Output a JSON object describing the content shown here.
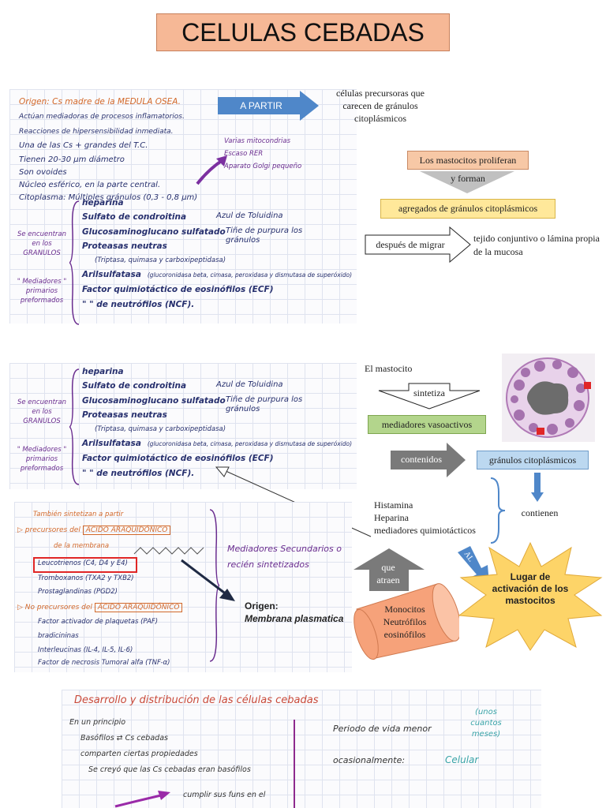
{
  "title": "CELULAS CEBADAS",
  "section1": {
    "left_notes": [
      "Origen: Cs madre de la MEDULA OSEA.",
      "Actúan mediadoras de procesos inflamatorios.",
      "Reacciones de hipersensibilidad inmediata.",
      "Una de las Cs + grandes del T.C.",
      "Tienen 20-30 μm diámetro",
      "Son ovoides",
      "Núcleo esférico, en la parte central.",
      "Citoplasma: Múltiples gránulos (0,3 - 0,8 μm)"
    ],
    "organelles": [
      "Varias mitocondrias",
      "Escaso RER",
      "Aparato Golgi pequeño"
    ],
    "arrow_label": "A PARTIR",
    "precursor_text": "células precursoras que carecen de gránulos citoplásmicos",
    "proliferate": "Los mastocitos proliferan",
    "and_form": "y forman",
    "aggregates": "agregados de gránulos citoplásmicos",
    "after_migrate": "después de migrar",
    "destination": "tejido conjuntivo o lámina propia de la mucosa"
  },
  "granules": {
    "side_label_1": "Se encuentran en los GRANULOS",
    "side_label_2": "\" Mediadores \" primarios preformados",
    "items": [
      "heparina",
      "Sulfato de condroitina",
      "Glucosaminoglucano sulfatado",
      "Proteasas neutras",
      "(Triptasa, quimasa y carboxipeptidasa)",
      "Arilsulfatasa",
      "Factor quimiotáctico de eosinófilos (ECF)",
      "\" \" de neutrófilos (NCF)."
    ],
    "enzymes": "(glucoronidasa beta, cimasa, peroxidasa y dismutasa de superóxido)",
    "stain_1": "Azul de Toluidina",
    "stain_2": "Tiñe de purpura los gránulos"
  },
  "section2": {
    "mastocyte": "El mastocito",
    "synthesizes": "sintetiza",
    "vasoactive": "mediadores vasoactivos",
    "contained": "contenidos",
    "granules_box": "gránulos citoplásmicos",
    "contain": "contienen",
    "mediators": [
      "Histamina",
      "Heparina",
      "mediadores quimiotácticos"
    ],
    "attract": "que atraen",
    "cells": [
      "Monocitos",
      "Neutrófilos",
      "eosinófilos"
    ],
    "al": "AL",
    "activation": "Lugar de activación de los mastocitos"
  },
  "secondary": {
    "intro": "También sintetizan a partir",
    "precursors": "precursores del",
    "acid": "ÁCIDO ARAQUIDÓNICO",
    "membrane": "de la membrana",
    "items_a": [
      "Leucotrienos (C4, D4 y E4)",
      "Tromboxanos (TXA2 y TXB2)",
      "Prostaglandinas (PGD2)"
    ],
    "no_precursors": "No precursores del",
    "items_b": [
      "Factor activador de plaquetas (PAF)",
      "bradicininas",
      "Interleucinas (IL-4, IL-5, IL-6)",
      "Factor de necrosis Tumoral alfa (TNF-α)"
    ],
    "label": "Mediadores Secundarios o recién sintetizados",
    "origin_title": "Origen:",
    "origin_sub": "Membrana plasmatica"
  },
  "section3": {
    "heading": "Desarrollo y distribución de las células cebadas",
    "lines": [
      "En un principio",
      "Basófilos ⇄ Cs cebadas",
      "comparten ciertas propiedades",
      "Se creyó que las Cs cebadas eran basófilos",
      "cumplir sus funs en el"
    ],
    "right_1": "Periodo de vida menor",
    "bubble": "(unos cuantos meses)",
    "right_2": "ocasionalmente:",
    "right_3": "Celular"
  },
  "colors": {
    "title_bg": "#f6b896",
    "blue_arrow": "#4f87c9",
    "orange_box": "#f7c8a6",
    "yellow_box": "#ffe89a",
    "green_box": "#b3d58c",
    "light_blue_box": "#bcd8f0",
    "grey_arrow": "#7a7a7a",
    "starburst": "#fdd468",
    "cylinder": "#f6a27a",
    "ink_navy": "#27306e",
    "ink_purple": "#6a2d8f",
    "ink_orange": "#d2682a"
  }
}
